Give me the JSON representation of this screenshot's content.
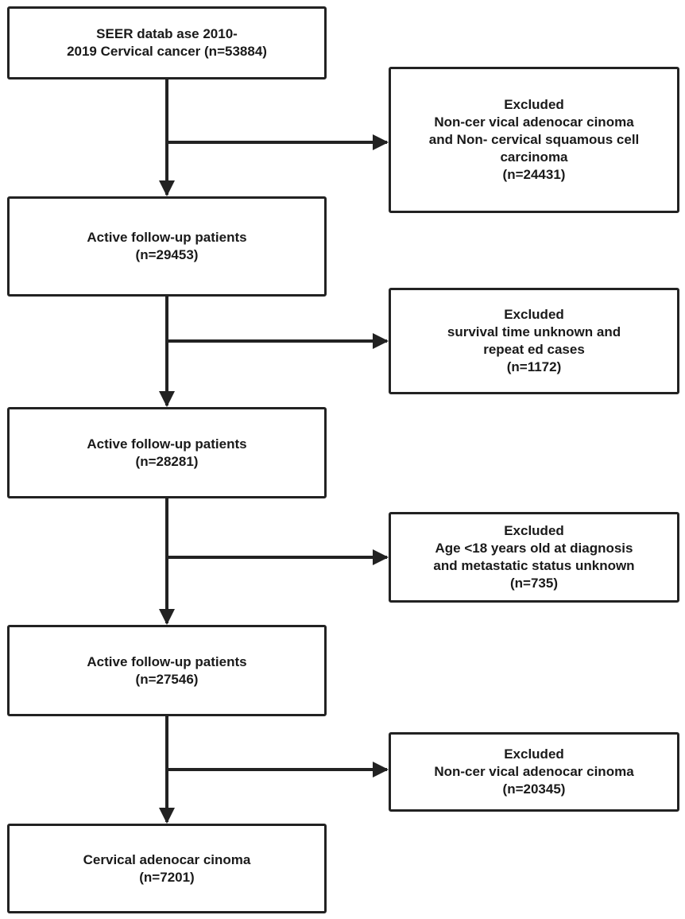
{
  "colors": {
    "line": "#222222",
    "text": "#1a1a1a",
    "background": "#ffffff"
  },
  "main_boxes": [
    {
      "lines": [
        "SEER datab ase 2010-",
        "2019  Cervical cancer (n=53884)"
      ]
    },
    {
      "lines": [
        "Active follow-up   patients",
        "(n=29453)"
      ]
    },
    {
      "lines": [
        "Active follow-up   patients",
        "(n=28281)"
      ]
    },
    {
      "lines": [
        "Active follow-up   patients",
        "(n=27546)"
      ]
    },
    {
      "lines": [
        "Cervical adenocar cinoma",
        "(n=7201)"
      ]
    }
  ],
  "excluded_boxes": [
    {
      "lines": [
        "Excluded",
        "Non-cer vical adenocar cinoma",
        "and Non- cervical squamous cell",
        "carcinoma",
        "(n=24431)"
      ]
    },
    {
      "lines": [
        "Excluded",
        "survival time unknown and",
        "repeat ed cases",
        "(n=1172)"
      ]
    },
    {
      "lines": [
        "Excluded",
        "Age <18  years old at diagnosis",
        "and metastatic  status unknown",
        "(n=735)"
      ]
    },
    {
      "lines": [
        "Excluded",
        "Non-cer vical adenocar cinoma",
        "(n=20345)"
      ]
    }
  ]
}
